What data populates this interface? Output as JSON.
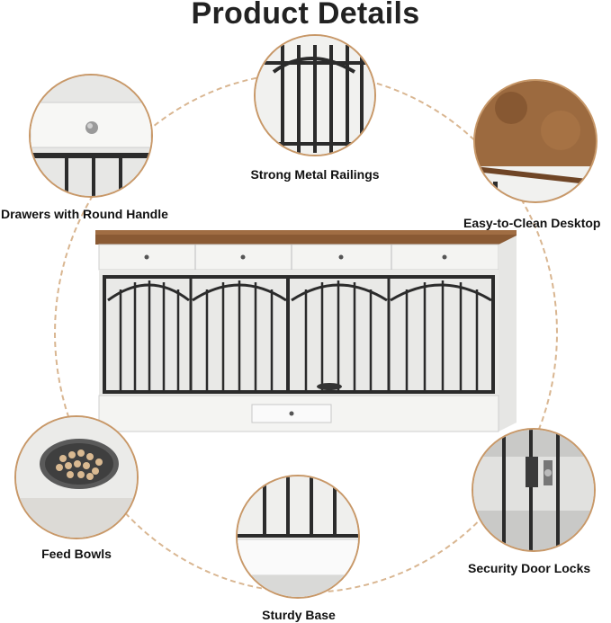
{
  "title": "Product Details",
  "features": {
    "railings": "Strong Metal Railings",
    "drawers": "Drawers with Round Handle",
    "desktop": "Easy-to-Clean Desktop",
    "bowls": "Feed Bowls",
    "locks": "Security Door Locks",
    "base": "Sturdy Base"
  },
  "colors": {
    "accent": "#c89868",
    "wood": "#8a5a34",
    "metal": "#2b2b2b",
    "white": "#f4f4f2"
  }
}
